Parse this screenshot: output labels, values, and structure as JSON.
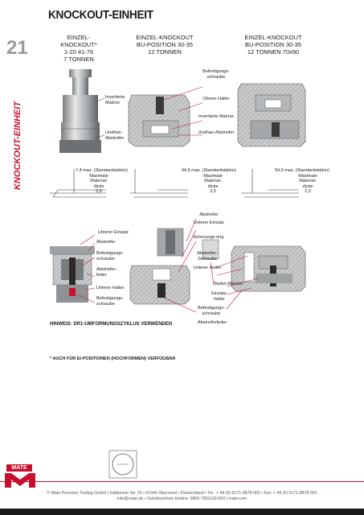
{
  "header": {
    "title": "KNOCKOUT-EINHEIT",
    "page_number": "21"
  },
  "sidebar": {
    "label": "KNOCKOUT-EINHEIT"
  },
  "columns": [
    {
      "line1": "EINZEL-KNOCKOUT*",
      "line2": "1-20   41-76",
      "line3": "7 TONNEN"
    },
    {
      "line1": "EINZEL-KNOCKOUT",
      "line2": "BU-POSITION 30-35",
      "line3": "12 TONNEN"
    },
    {
      "line1": "EINZEL-KNOCKOUT",
      "line2": "BU-POSITION 30-35",
      "line3": "12 TONNEN 70x90"
    }
  ],
  "labels_top": {
    "invertierte_matrize": "Invertierte Matrize",
    "urethan_abstreifer": "Urethan-Abstreifer",
    "befestigungsschraube": "Befestigungs-schraube",
    "oberer_halter": "Oberer Halter",
    "invertierte_matrize2": "Invertierte Matrize",
    "urethan_abstreifer2": "Urethan-Abstreifer"
  },
  "dims": [
    {
      "max": "7,4 max. (Standardstation)",
      "mat1": "Maximale",
      "mat2": "Material-",
      "mat3": "dicke",
      "val": "2,0"
    },
    {
      "max": "44,5 max. (Standardstation)",
      "mat1": "Maximale",
      "mat2": "Material-",
      "mat3": "dicke",
      "val": "3,5"
    },
    {
      "max": "54,0 max. (Standardstation)",
      "mat1": "Maximale",
      "mat2": "Material-",
      "mat3": "dicke",
      "val": "2,0"
    }
  ],
  "labels_bottom": {
    "unterer_einsatz": "Unterer Einsatz",
    "abstreifer": "Abstreifer",
    "befestigungsschraube": "Befestigungs-schraube",
    "abstreiferfeder": "Abstreifer-feder",
    "unterer_halter": "Unterer Halter",
    "befestigungsschraube2": "Befestigungs-schraube",
    "r_abstreifer": "Abstreifer",
    "r_unterer_einsatz": "Unterer Einsatz",
    "r_sicherungsring": "Sicherungs-ring",
    "r_abstreiferschraube": "Abstreifer-Schraube",
    "r_unterer_halter": "Unterer Halter",
    "r_stufen_matrize": "Stufen-Matrize",
    "r_einsatzhalter": "Einsatz-halter",
    "r_befestigungsschraube": "Befestigungs-schraube",
    "r_abstreiferfeder": "Abstreiferfeder"
  },
  "hint": "HINWEIS: DR1-UMFORMUNGSZYKLUS VERWENDEN",
  "footnote": "* AUCH FÜR EI-POSITIONEN (HOCHFORMEN) VERFÜGBAR",
  "logo": {
    "text": "MATE"
  },
  "footer": {
    "line1": "© Mate Precision Tooling GmbH  |  Gablonzer Str. 25 • 61440 Oberursel • Deutschland • Tel.: + 49 (0) 6171-8878-000 • Fax: + 49 (0) 6171-8878-001",
    "line2": "info@mate.de • Gebührenfreie Hotline: 0800-7891100-000  |  mate.com"
  },
  "colors": {
    "accent": "#c8102e",
    "metal": "#b4b7b8",
    "dark": "#2b2b2b"
  }
}
